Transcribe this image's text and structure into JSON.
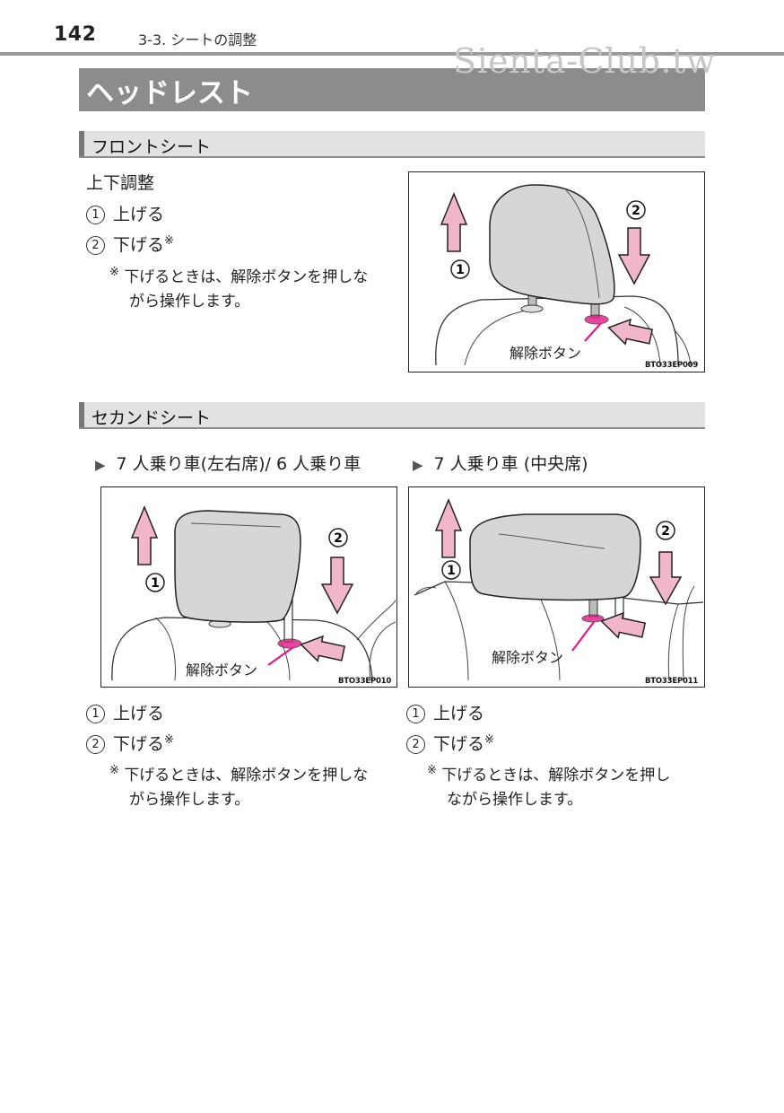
{
  "header": {
    "page_number": "142",
    "chapter": "3-3. シートの調整",
    "watermark": "Sienta-Club.tw"
  },
  "title": "ヘッドレスト",
  "front": {
    "section_title": "フロントシート",
    "subheading": "上下調整",
    "items": [
      {
        "num": "1",
        "text": "上げる"
      },
      {
        "num": "2",
        "text": "下げる"
      }
    ],
    "asterisk": "※",
    "note_line1": "下げるときは、解除ボタンを押しな",
    "note_line2": "がら操作します。",
    "figure": {
      "label": "解除ボタン",
      "code": "BTO33EP009",
      "num1": "1",
      "num2": "2"
    }
  },
  "second": {
    "section_title": "セカンドシート",
    "left": {
      "triangle": "▶",
      "heading": "7 人乗り車(左右席)/ 6 人乗り車",
      "figure": {
        "label": "解除ボタン",
        "code": "BTO33EP010",
        "num1": "1",
        "num2": "2"
      },
      "items": [
        {
          "num": "1",
          "text": "上げる"
        },
        {
          "num": "2",
          "text": "下げる"
        }
      ],
      "note_line1": "下げるときは、解除ボタンを押しな",
      "note_line2": "がら操作します。"
    },
    "right": {
      "triangle": "▶",
      "heading": "7 人乗り車 (中央席)",
      "figure": {
        "label": "解除ボタン",
        "code": "BTO33EP011",
        "num1": "1",
        "num2": "2"
      },
      "items": [
        {
          "num": "1",
          "text": "上げる"
        },
        {
          "num": "2",
          "text": "下げる"
        }
      ],
      "note_line1": "下げるときは、解除ボタンを押し",
      "note_line2": "ながら操作します。"
    }
  },
  "colors": {
    "arrow_fill": "#f2b6cc",
    "pointer": "#e0198a",
    "headrest": "#d6d6d6",
    "title_bar": "#8c8c8c"
  }
}
